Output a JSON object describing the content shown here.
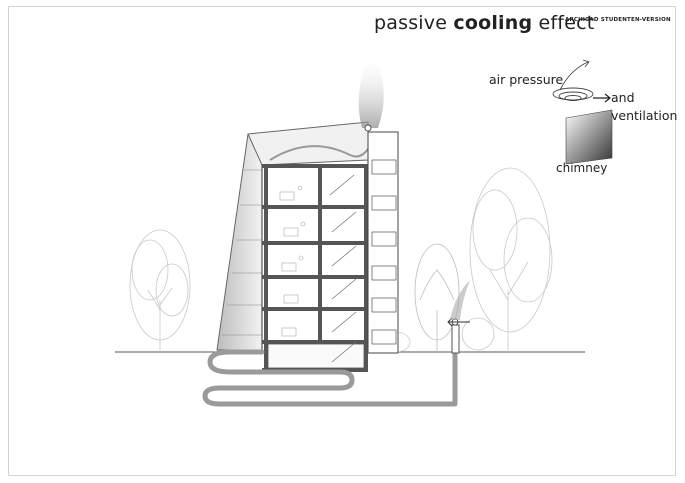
{
  "title": {
    "prefix": "passive ",
    "emphasis": "cooling",
    "suffix": " effect"
  },
  "stamp": "ARCHICAD STUDENTEN-VERSION",
  "legend": {
    "air_pressure": "air pressure",
    "and": "and",
    "ventilation": "ventilation",
    "chimney": "chimney"
  },
  "colors": {
    "line": "#333333",
    "tree": "#c9c9c9",
    "slab": "#555555",
    "glass": "#9a9a9a",
    "duct": "#999999"
  }
}
